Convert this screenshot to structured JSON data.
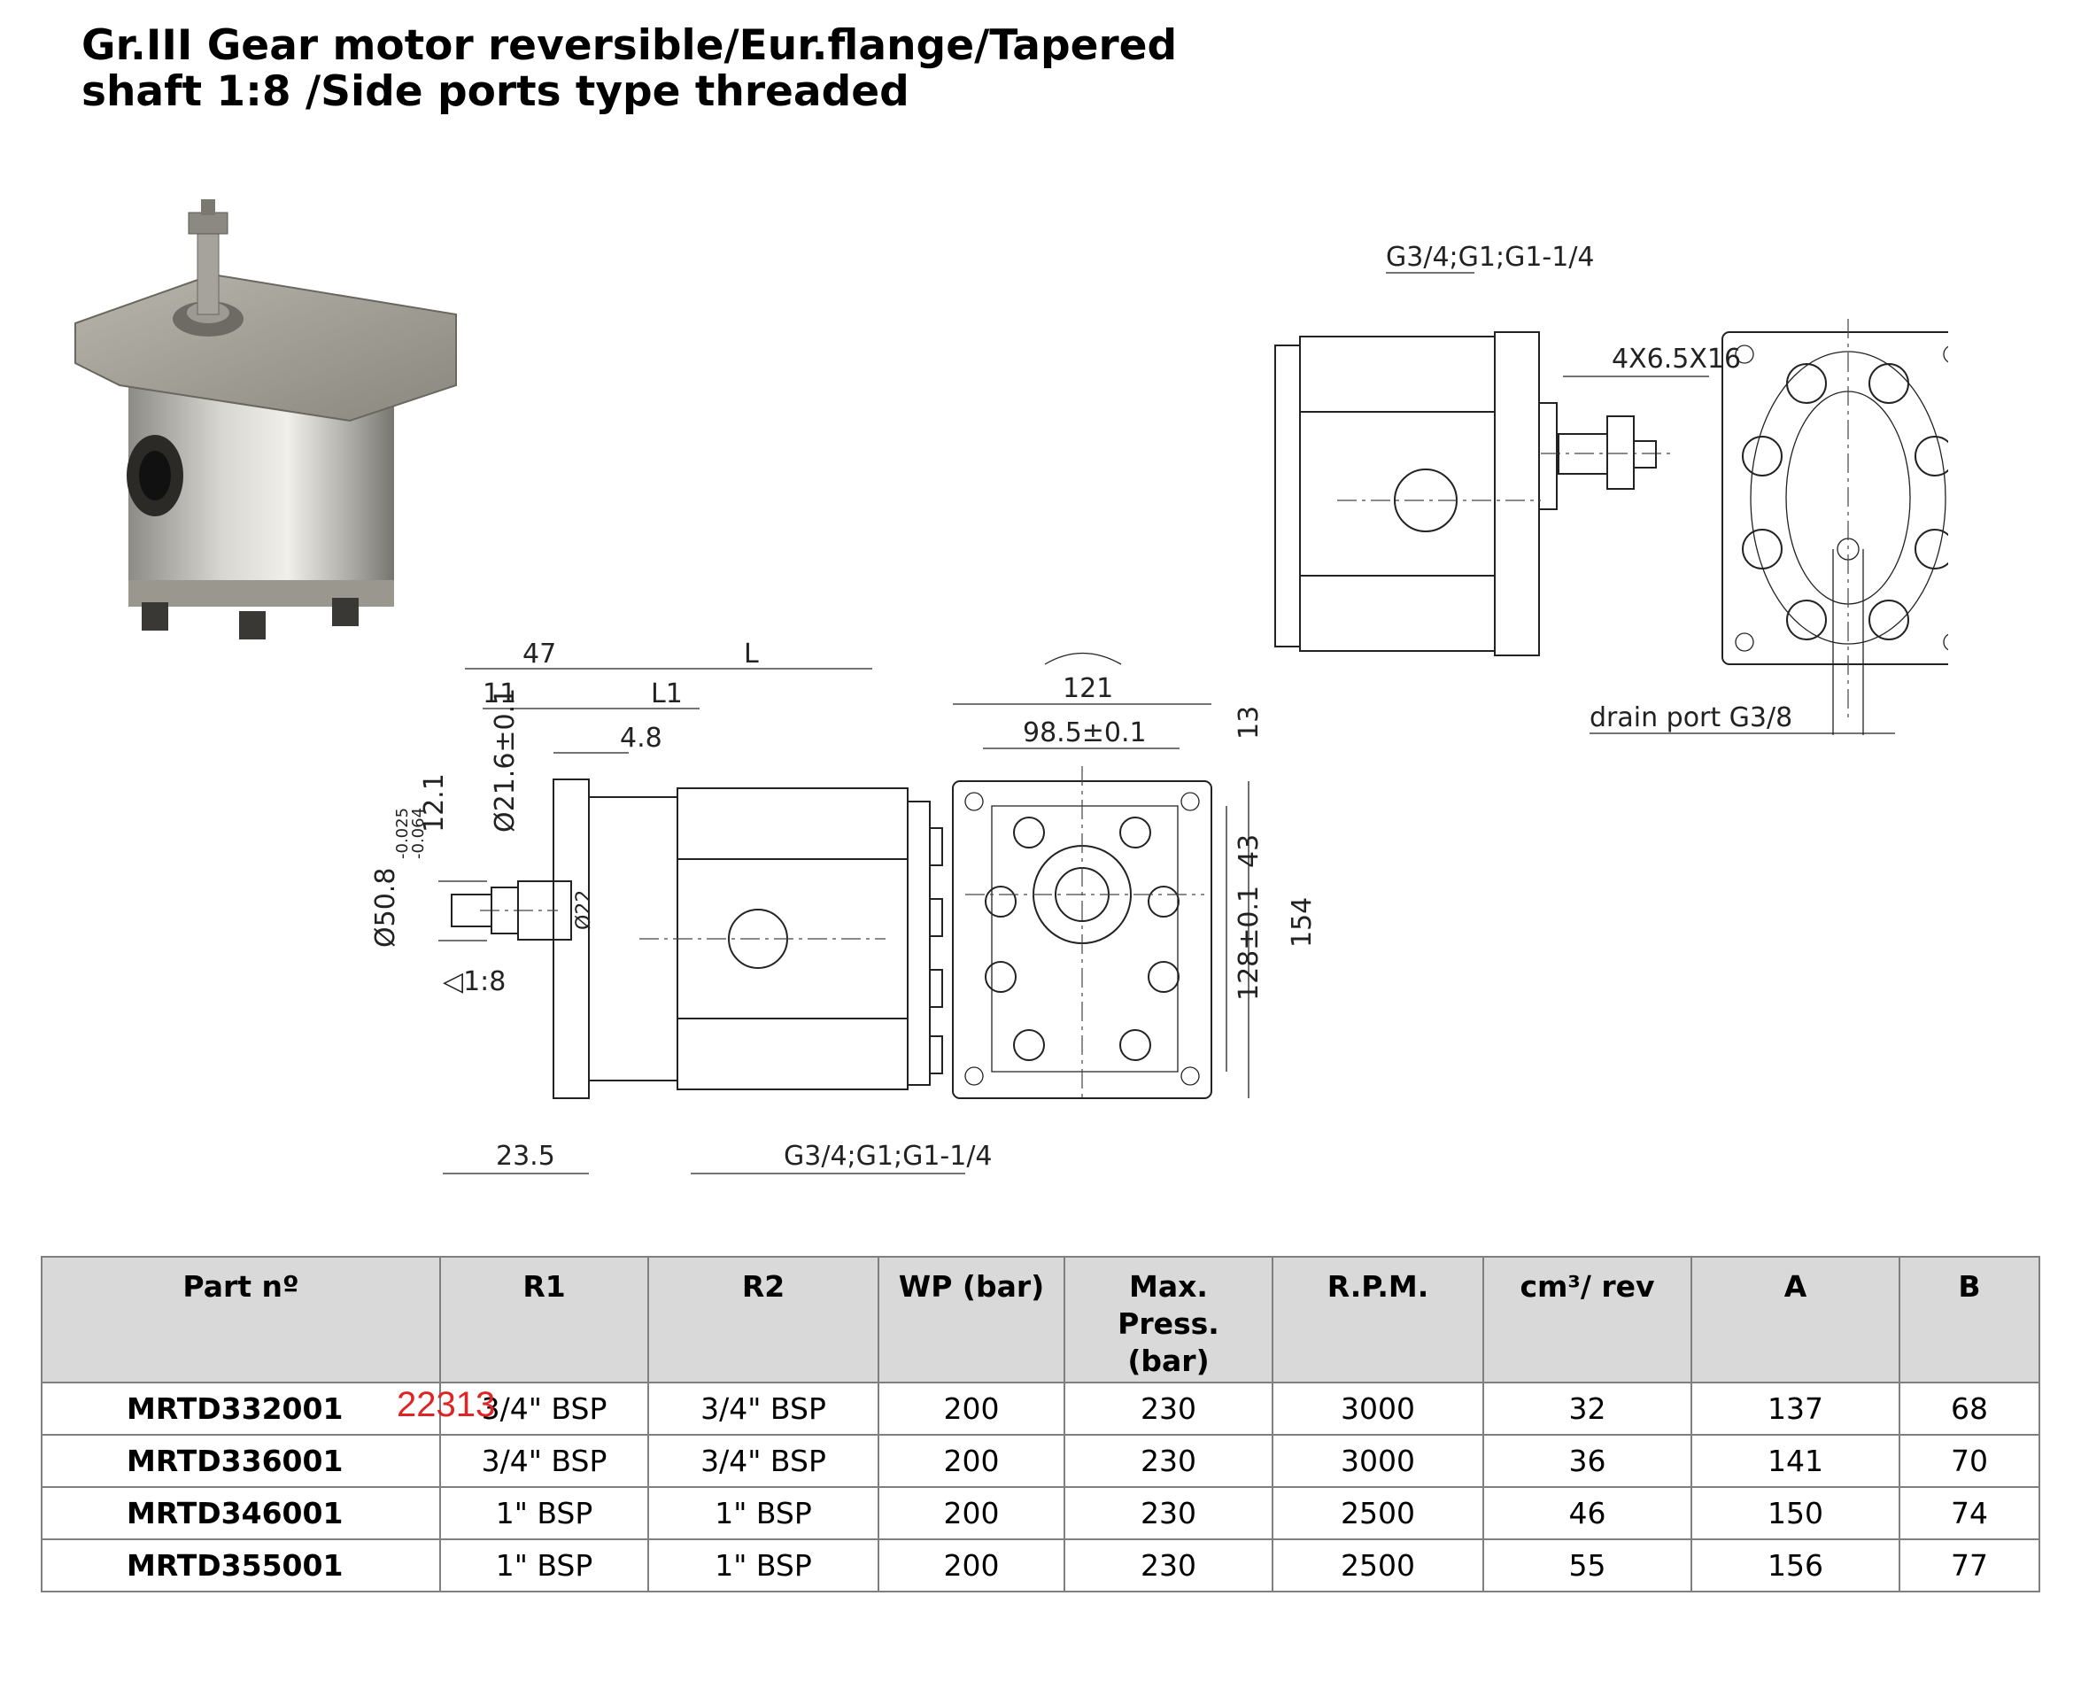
{
  "title": {
    "line1": "Gr.III Gear motor reversible/Eur.flange/Tapered",
    "line2": "shaft 1:8 /Side ports type threaded"
  },
  "drawing": {
    "labels": {
      "ports_top": "G3/4;G1;G1-1/4",
      "bolt": "4X6.5X16",
      "drain": "drain port G3/8",
      "d47": "47",
      "dL": "L",
      "d11": "11",
      "dL1": "L1",
      "d48": "4.8",
      "d121": "12.1",
      "d216": "Ø21.6±0.1",
      "d508": "Ø50.8",
      "d508_tol_up": "-0.025",
      "d508_tol_dn": "-0.064",
      "d22": "Ø22",
      "taper": "◁1:8",
      "d235": "23.5",
      "ports_bottom": "G3/4;G1;G1-1/4",
      "w121": "121",
      "w985": "98.5±0.1",
      "d13": "13",
      "d43": "43",
      "d128": "128±0.1",
      "d154": "154"
    }
  },
  "table": {
    "headers": [
      "Part nº",
      "R1",
      "R2",
      "WP (bar)",
      "Max.\nPress.\n(bar)",
      "R.P.M.",
      "cm³/ rev",
      "A",
      "B"
    ],
    "rows": [
      {
        "part": "MRTD332001",
        "note": "22313",
        "r1": "3/4\" BSP",
        "r2": "3/4\" BSP",
        "wp": "200",
        "max": "230",
        "rpm": "3000",
        "cm3": "32",
        "a": "137",
        "b": "68"
      },
      {
        "part": "MRTD336001",
        "r1": "3/4\" BSP",
        "r2": "3/4\" BSP",
        "wp": "200",
        "max": "230",
        "rpm": "3000",
        "cm3": "36",
        "a": "141",
        "b": "70"
      },
      {
        "part": "MRTD346001",
        "r1": "1\" BSP",
        "r2": "1\" BSP",
        "wp": "200",
        "max": "230",
        "rpm": "2500",
        "cm3": "46",
        "a": "150",
        "b": "74"
      },
      {
        "part": "MRTD355001",
        "r1": "1\" BSP",
        "r2": "1\" BSP",
        "wp": "200",
        "max": "230",
        "rpm": "2500",
        "cm3": "55",
        "a": "156",
        "b": "77"
      }
    ]
  }
}
